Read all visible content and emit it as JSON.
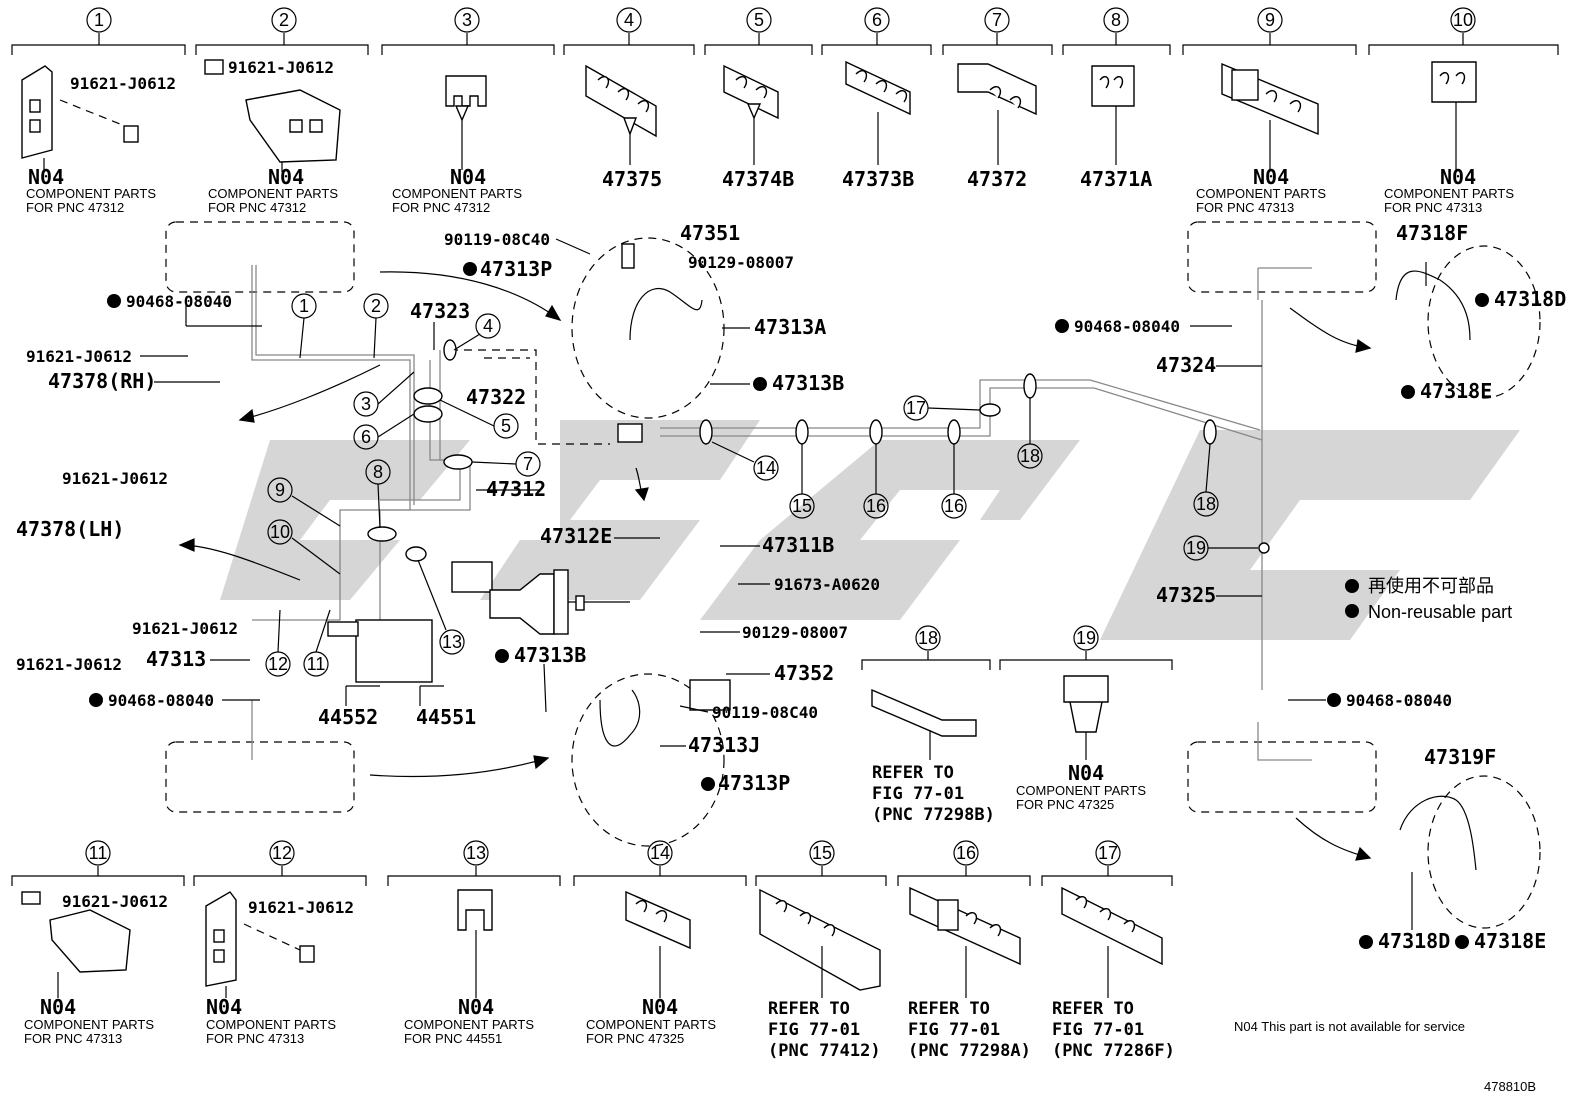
{
  "header_items": [
    {
      "num": "1",
      "n04": "N04",
      "line1": "COMPONENT PARTS",
      "line2": "FOR PNC 47312",
      "part": "91621-J0612"
    },
    {
      "num": "2",
      "n04": "N04",
      "line1": "COMPONENT PARTS",
      "line2": "FOR PNC 47312",
      "part": "91621-J0612"
    },
    {
      "num": "3",
      "n04": "N04",
      "line1": "COMPONENT PARTS",
      "line2": "FOR PNC 47312"
    },
    {
      "num": "4",
      "part": "47375"
    },
    {
      "num": "5",
      "part": "47374B"
    },
    {
      "num": "6",
      "part": "47373B"
    },
    {
      "num": "7",
      "part": "47372"
    },
    {
      "num": "8",
      "part": "47371A"
    },
    {
      "num": "9",
      "n04": "N04",
      "line1": "COMPONENT PARTS",
      "line2": "FOR PNC 47313"
    },
    {
      "num": "10",
      "n04": "N04",
      "line1": "COMPONENT PARTS",
      "line2": "FOR PNC 47313"
    }
  ],
  "footer_items": [
    {
      "num": "11",
      "n04": "N04",
      "line1": "COMPONENT PARTS",
      "line2": "FOR PNC 47313",
      "part": "91621-J0612"
    },
    {
      "num": "12",
      "n04": "N04",
      "line1": "COMPONENT PARTS",
      "line2": "FOR PNC 47313",
      "part": "91621-J0612"
    },
    {
      "num": "13",
      "n04": "N04",
      "line1": "COMPONENT PARTS",
      "line2": "FOR PNC 44551"
    },
    {
      "num": "14",
      "n04": "N04",
      "line1": "COMPONENT PARTS",
      "line2": "FOR PNC 47325"
    },
    {
      "num": "15",
      "ref1": "REFER TO",
      "ref2": "FIG 77-01",
      "ref3": "(PNC 77412)"
    },
    {
      "num": "16",
      "ref1": "REFER TO",
      "ref2": "FIG 77-01",
      "ref3": "(PNC 77298A)"
    },
    {
      "num": "17",
      "ref1": "REFER TO",
      "ref2": "FIG 77-01",
      "ref3": "(PNC 77286F)"
    }
  ],
  "mid_items": [
    {
      "num": "18",
      "ref1": "REFER TO",
      "ref2": "FIG 77-01",
      "ref3": "(PNC 77298B)"
    },
    {
      "num": "19",
      "n04": "N04",
      "line1": "COMPONENT PARTS",
      "line2": "FOR PNC 47325"
    }
  ],
  "labels": {
    "p90119_top": "90119-08C40",
    "p47351": "47351",
    "p47313P_top": "47313P",
    "p90129_top": "90129-08007",
    "p90468_l1": "90468-08040",
    "p47323": "47323",
    "p47313A": "47313A",
    "p91621_a": "91621-J0612",
    "p47378RH": "47378(RH)",
    "p47322": "47322",
    "p47313B_top": "47313B",
    "p91621_b": "91621-J0612",
    "p47312": "47312",
    "p47312E": "47312E",
    "p47311B": "47311B",
    "p91673": "91673-A0620",
    "p47378LH": "47378(LH)",
    "p91621_c": "91621-J0612",
    "p91621_d": "91621-J0612",
    "p47313": "47313",
    "p90468_l2": "90468-08040",
    "p44552": "44552",
    "p44551": "44551",
    "p47313B_mid": "47313B",
    "p90129_mid": "90129-08007",
    "p47352": "47352",
    "p90119_mid": "90119-08C40",
    "p47313J": "47313J",
    "p47313P_mid": "47313P",
    "p47318F": "47318F",
    "p47318D_top": "47318D",
    "p90468_r1": "90468-08040",
    "p47324": "47324",
    "p47318E_top": "47318E",
    "p47325": "47325",
    "p90468_r2": "90468-08040",
    "p47319F": "47319F",
    "p47318D_bot": "47318D",
    "p47318E_bot": "47318E"
  },
  "legend": {
    "jp": "再使用不可部品",
    "en": "Non-reusable part"
  },
  "note": "N04 This part is not available for service",
  "figure_id": "478810B"
}
